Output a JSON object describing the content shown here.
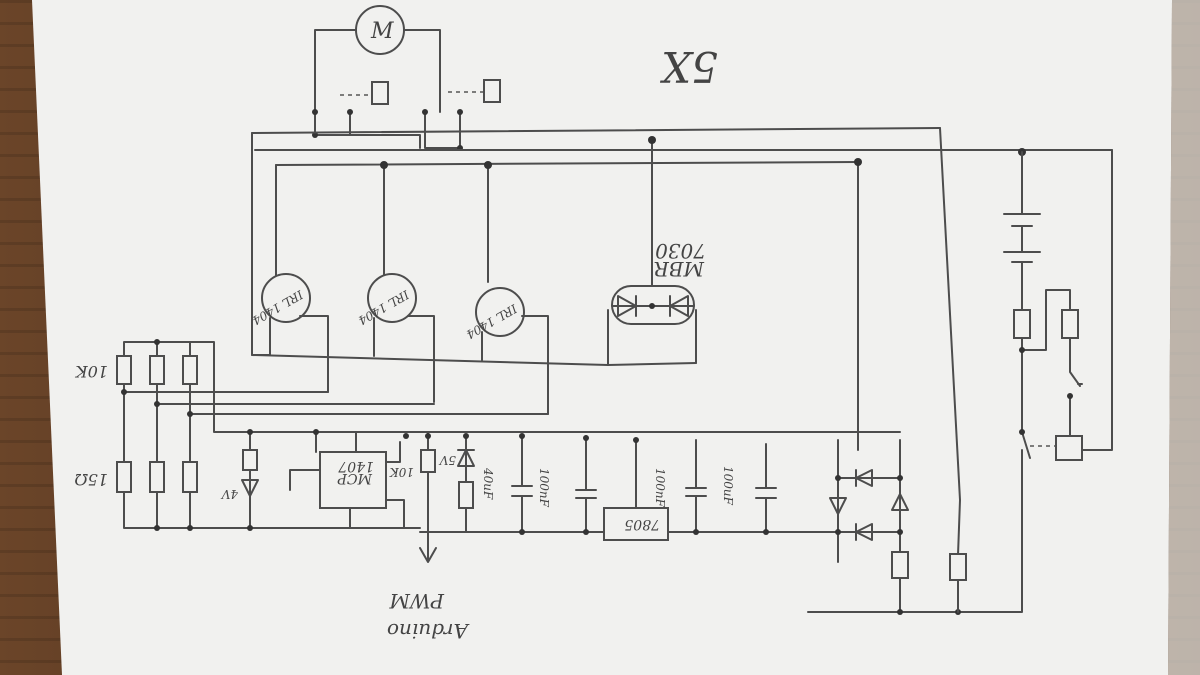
{
  "title": "5X",
  "labels": {
    "r_top": "10K",
    "r_bottom": "15Ω",
    "zener": "4V",
    "r_opamp": "10K",
    "zener2": "5V",
    "opamp": "MCP\n1407",
    "cap1": "40uF",
    "cap2": "100nF",
    "regulator": "7805",
    "cap3": "100nF",
    "cap4": "100uF",
    "mosfet": "IRL\n1404",
    "mbr_line1": "MBR",
    "mbr_line2": "7030",
    "input_line1": "Arduino",
    "input_line2": "PWM",
    "motor": "M"
  },
  "colors": {
    "paper": "#f1f1ef",
    "ink": "#4d4d4d",
    "wood": "#5a3a22"
  }
}
